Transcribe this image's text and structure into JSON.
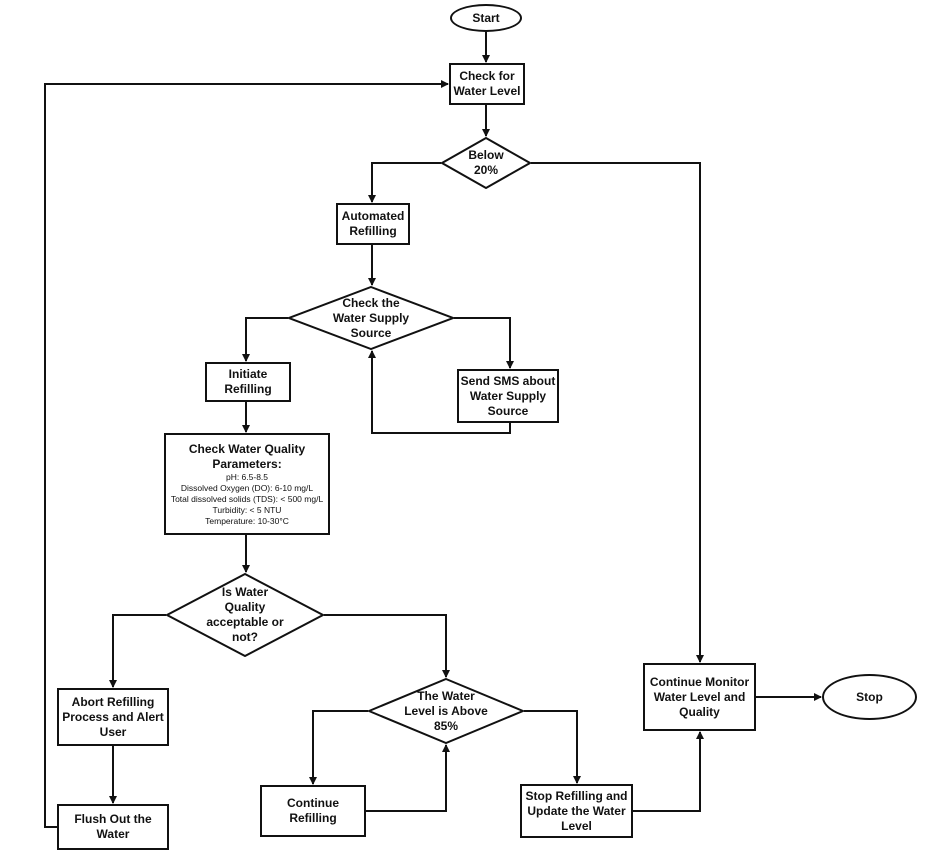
{
  "nodes": {
    "start": "Start",
    "check_level": [
      "Check for",
      "Water Level"
    ],
    "below20": [
      "Below",
      "20%"
    ],
    "auto_refill": [
      "Automated",
      "Refilling"
    ],
    "check_source": [
      "Check the",
      "Water Supply",
      "Source"
    ],
    "initiate": [
      "Initiate",
      "Refilling"
    ],
    "send_sms": [
      "Send SMS about",
      "Water Supply",
      "Source"
    ],
    "quality_params": {
      "title": "Check Water Quality Parameters:",
      "lines": [
        "pH: 6.5-8.5",
        "Dissolved Oxygen (DO): 6-10 mg/L",
        "Total dissolved solids (TDS): < 500 mg/L",
        "Turbidity: < 5 NTU",
        "Temperature: 10-30°C"
      ]
    },
    "quality_ok": [
      "Is Water",
      "Quality",
      "acceptable or",
      "not?"
    ],
    "abort": [
      "Abort Refilling",
      "Process and Alert",
      "User"
    ],
    "flush": "Flush Out the Water",
    "above85": [
      "The Water",
      "Level is Above",
      "85%"
    ],
    "continue_refill": "Continue Refilling",
    "stop_refill": [
      "Stop Refilling and",
      "Update the Water",
      "Level"
    ],
    "continue_monitor": [
      "Continue Monitor",
      "Water Level and",
      "Quality"
    ],
    "stop": "Stop"
  }
}
